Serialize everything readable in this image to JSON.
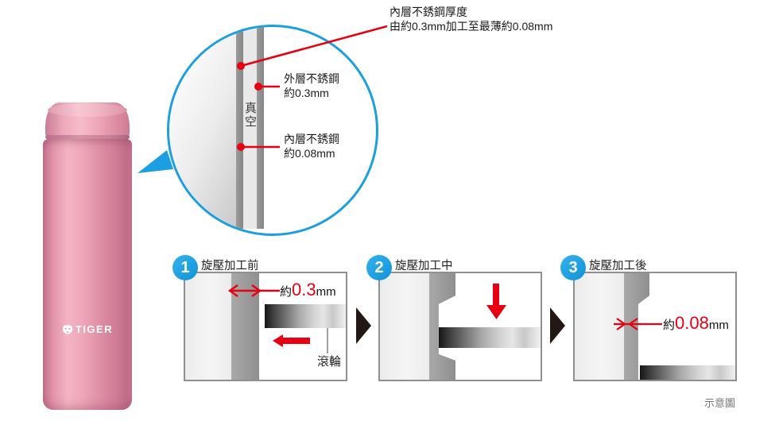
{
  "colors": {
    "accent_blue": "#1b9fe0",
    "accent_red": "#e60012",
    "wall_gray": "#9a9a9a",
    "vacuum_gray": "#e9e9e9",
    "bottle_pink": "#eda6b9",
    "step_arrow_black": "#231815"
  },
  "bottle": {
    "brand": "TIGER",
    "logo_icon": "tiger-face-icon"
  },
  "magnifier": {
    "vacuum_label": "真空",
    "note_line1": "內層不銹鋼厚度",
    "note_line2": "由約0.3mm加工至最薄約0.08mm",
    "outer_layer_label": "外層不銹鋼",
    "outer_layer_value": "約0.3mm",
    "inner_layer_label": "內層不銹鋼",
    "inner_layer_value": "約0.08mm"
  },
  "steps": [
    {
      "number": "1",
      "title": "旋壓加工前",
      "measure": {
        "prefix": "約",
        "value": "0.3",
        "unit": "mm"
      },
      "roller_label": "滾輪"
    },
    {
      "number": "2",
      "title": "旋壓加工中"
    },
    {
      "number": "3",
      "title": "旋壓加工後",
      "measure": {
        "prefix": "約",
        "value": "0.08",
        "unit": "mm"
      }
    }
  ],
  "footnote": "示意圖"
}
